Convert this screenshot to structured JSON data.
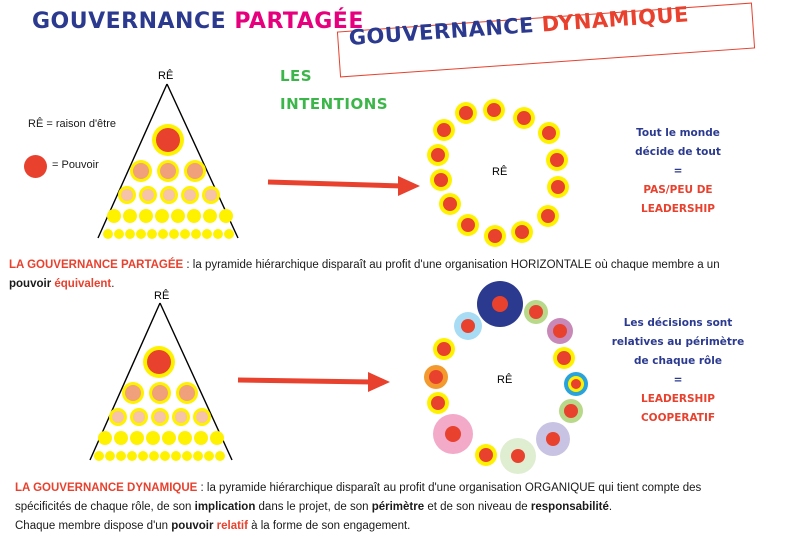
{
  "title_partagee": {
    "word1": "GOUVERNANCE",
    "word2": "PARTAGÉE"
  },
  "title_dynamique": {
    "word1": "GOUVERNANCE",
    "word2": "DYNAMIQUE"
  },
  "intentions": {
    "line1": "LES",
    "line2": "INTENTIONS"
  },
  "legend": {
    "re_def": "RÊ = raison d'être",
    "pouvoir": "= Pouvoir"
  },
  "pyramid_top_label": "RÊ",
  "circle_center_label": "RÊ",
  "side_partagee": {
    "l1": "Tout le monde",
    "l2": "décide de tout",
    "l3": "=",
    "l4": "PAS/PEU DE",
    "l5": "LEADERSHIP"
  },
  "side_dynamique": {
    "l1": "Les décisions sont",
    "l2": "relatives au périmètre",
    "l3": "de chaque rôle",
    "l4": "=",
    "l5": "LEADERSHIP",
    "l6": "COOPERATIF"
  },
  "para_partagee": {
    "lead": "LA GOUVERNANCE PARTAGÉE",
    "t1": " : la pyramide hiérarchique disparaît au profit d'une organisation HORIZONTALE où chaque membre a un",
    "b1": "pouvoir",
    "r1": "équivalent",
    "t2": "."
  },
  "para_dynamique": {
    "lead": "LA GOUVERNANCE DYNAMIQUE",
    "t1": " : la pyramide hiérarchique disparaît au profit d'une organisation ORGANIQUE qui tient compte des",
    "t2": "spécificités de chaque rôle, de son ",
    "b1": "implication",
    "t3": " dans le projet, de son ",
    "b2": "périmètre",
    "t4": " et de son niveau de ",
    "b3": "responsabilité",
    "t5": ".",
    "t6": "Chaque membre dispose d'un ",
    "b4": "pouvoir",
    "r1": "relatif",
    "t7": " à la forme de son engagement."
  },
  "colors": {
    "navy": "#2b3a8f",
    "pink": "#e6007e",
    "red": "#e8412e",
    "yellow": "#fff200",
    "green": "#3cb54a"
  }
}
